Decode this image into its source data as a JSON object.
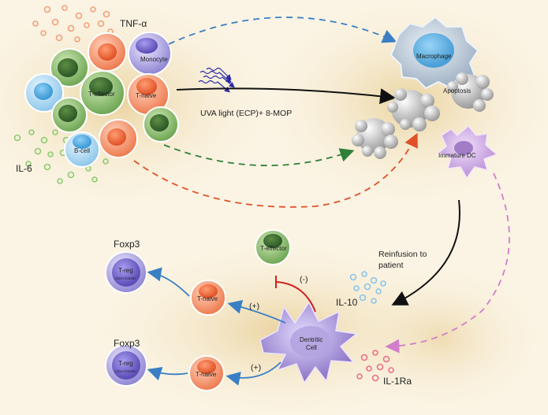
{
  "labels": {
    "tnf": "TNF-α",
    "il6": "IL-6",
    "monocyte": "Monocyte",
    "t_effector_top": "T-effector",
    "t_naive_top": "T-naive",
    "b_cell": "B-cell",
    "uva": "UVA light (ECP)+ 8-MOP",
    "macrophage": "Macrophage",
    "apoptosis": "Apoptosis",
    "immature_dc": "Immature DC",
    "reinfusion": "Reinfusion to patient",
    "foxp3_top": "Foxp3",
    "foxp3_bottom": "Foxp3",
    "treg_top": "T-reg",
    "treg_top_sub": "CD4+/CD25+",
    "treg_bottom": "T-reg",
    "treg_bottom_sub": "CD4+/CD25+",
    "t_naive_mid": "T-naive",
    "t_naive_low": "T-naive",
    "t_effector_bottom": "T-effector",
    "plus_top": "(+)",
    "plus_bottom": "(+)",
    "minus": "(-)",
    "il10": "IL-10",
    "dendritic": "Dentritic Cell",
    "il1ra": "IL-1Ra"
  },
  "colors": {
    "background": "#fbf4e4",
    "haze": "#ecd8a8",
    "green_cell": "#8fbf6e",
    "orange_cell": "#f08058",
    "blue_cell": "#88c4ea",
    "purple_cell": "#8a7fd0",
    "dendritic": "#9a86cc",
    "immature_dc": "#c9a4dc",
    "grey_cell": "#c9c9c9",
    "arrow_blue_dash": "#3a7fc4",
    "arrow_green_dash": "#2f7f3a",
    "arrow_red_dash": "#e0502a",
    "arrow_pink_dash": "#d27ec8",
    "arrow_black": "#111111",
    "arrow_blue": "#3a7fc4",
    "arrow_red": "#d02020",
    "uva_light": "#2a2aa8"
  }
}
